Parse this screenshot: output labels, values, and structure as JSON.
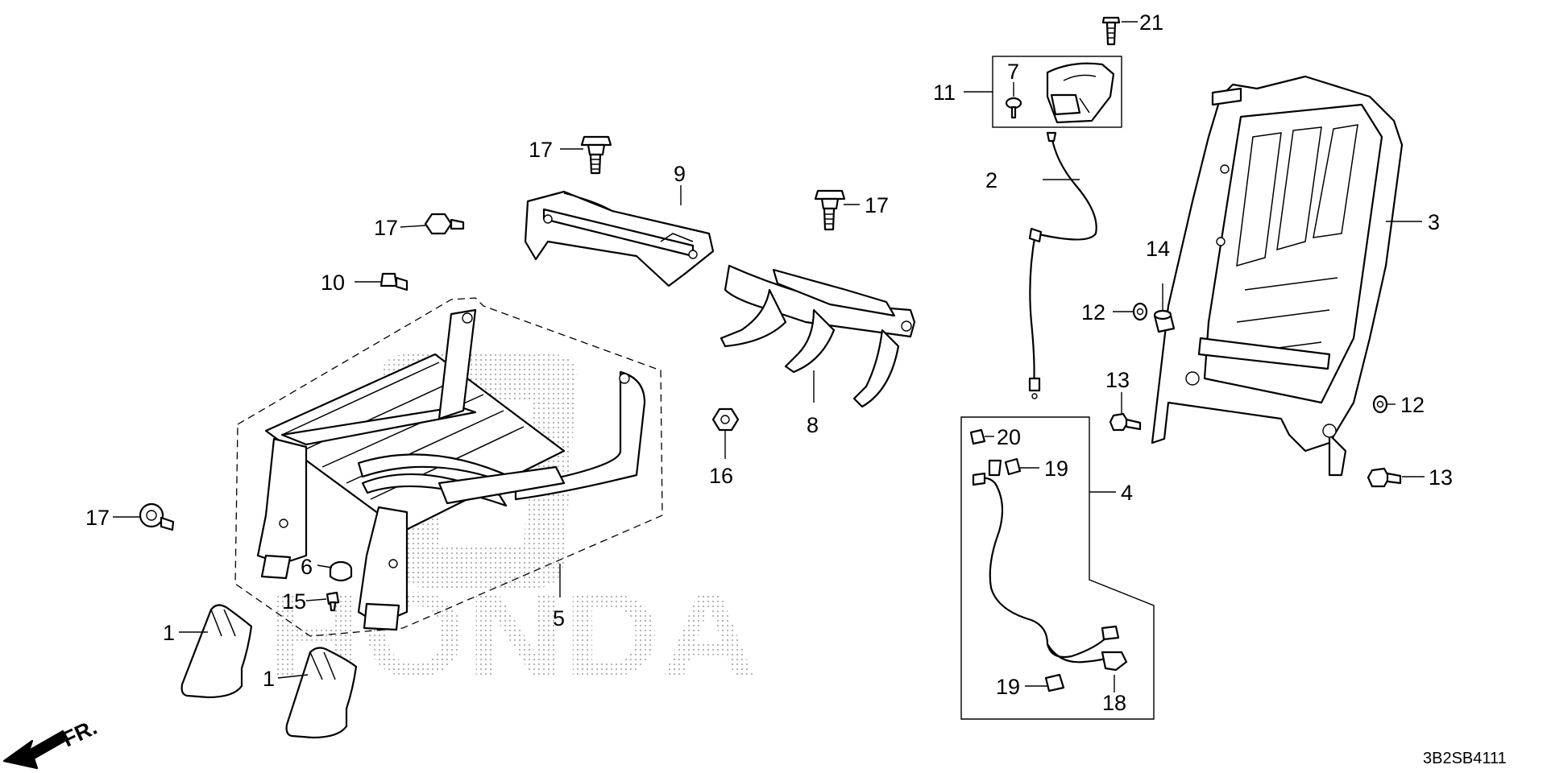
{
  "diagram": {
    "catalog_code": "3B2SB4111",
    "front_marker": "FR.",
    "watermark": "HONDA",
    "callouts": {
      "c1a": "1",
      "c1b": "1",
      "c2": "2",
      "c3": "3",
      "c4": "4",
      "c5": "5",
      "c6": "6",
      "c7": "7",
      "c8": "8",
      "c9": "9",
      "c10": "10",
      "c11": "11",
      "c12a": "12",
      "c12b": "12",
      "c13a": "13",
      "c13b": "13",
      "c14": "14",
      "c15": "15",
      "c16": "16",
      "c17a": "17",
      "c17b": "17",
      "c17c": "17",
      "c17d": "17",
      "c18": "18",
      "c19a": "19",
      "c19b": "19",
      "c20": "20",
      "c21": "21"
    }
  }
}
